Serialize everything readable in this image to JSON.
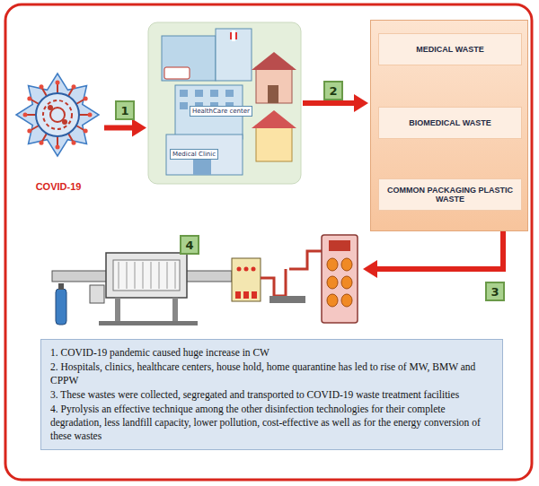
{
  "diagram": {
    "nodes": [
      {
        "text": [
          "COVID-19"
        ]
      },
      {
        "text": [
          "HealthCare center",
          "Medical Clinic"
        ]
      },
      {
        "text": []
      },
      {
        "text": [
          "MEDICAL WASTE"
        ],
        "in": 2
      },
      {
        "text": [
          "BIOMEDICAL WASTE"
        ],
        "in": 2
      },
      {
        "text": [
          "COMMON PACKAGING PLASTIC WASTE"
        ],
        "in": 2
      },
      {
        "text": [
          "1. COVID-19 pandemic caused huge increase in CW",
          "2. Hospitals, clinics, healthcare centers, house hold, home quarantine has led to rise of MW, BMW and CPPW",
          "3. These wastes were collected, segregated and transported to COVID-19 waste treatment facilities",
          "4. Pyrolysis an effective technique among the other disinfection technologies for their complete degradation, less landfill capacity, lower pollution, cost-effective as well as for the energy conversion of these wastes"
        ]
      }
    ],
    "edges": [
      {
        "from": 0,
        "to": 1,
        "arrow": "to"
      },
      {
        "from": 1,
        "to": 2,
        "arrow": "to"
      }
    ],
    "labels": [
      "1",
      "2",
      "3",
      "4"
    ]
  }
}
